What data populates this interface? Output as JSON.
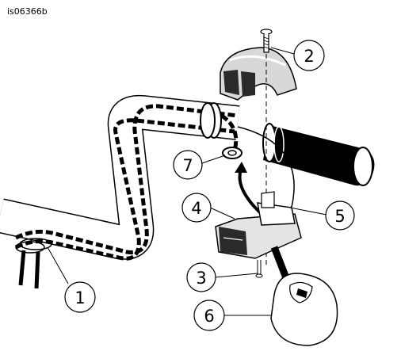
{
  "figure_id": "is06366b",
  "callouts": [
    {
      "label": "1"
    },
    {
      "label": "2"
    },
    {
      "label": "3"
    },
    {
      "label": "4"
    },
    {
      "label": "5"
    },
    {
      "label": "6"
    },
    {
      "label": "7"
    }
  ]
}
